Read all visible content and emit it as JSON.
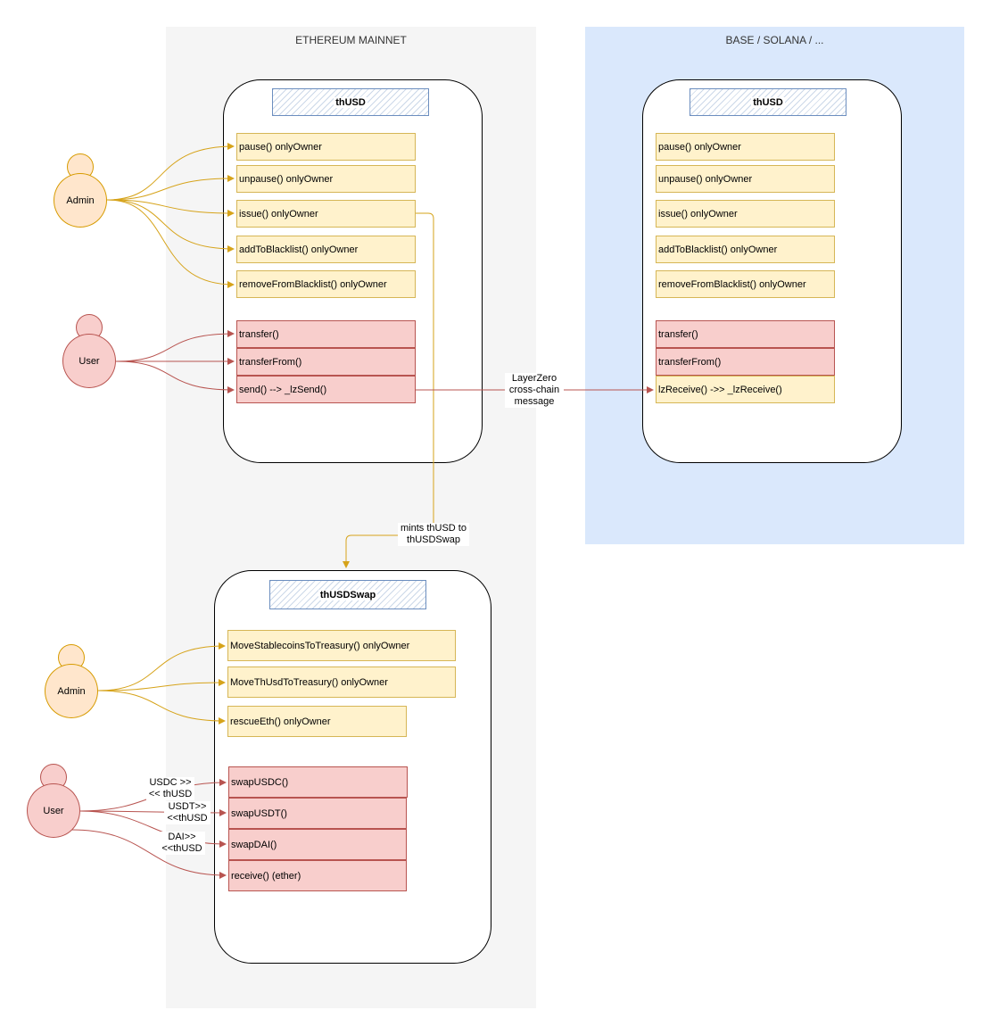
{
  "zones": {
    "ethereum": "ETHEREUM MAINNET",
    "other_chains": "BASE / SOLANA / ..."
  },
  "eth_thusd": {
    "title": "thUSD",
    "admin_functions": [
      "pause() onlyOwner",
      "unpause() onlyOwner",
      "issue() onlyOwner",
      "addToBlacklist() onlyOwner",
      "removeFromBlacklist() onlyOwner"
    ],
    "user_functions": [
      "transfer()",
      "transferFrom()",
      "send()  -->   _lzSend()"
    ]
  },
  "base_thusd": {
    "title": "thUSD",
    "admin_functions": [
      "pause() onlyOwner",
      "unpause() onlyOwner",
      "issue() onlyOwner",
      "addToBlacklist() onlyOwner",
      "removeFromBlacklist() onlyOwner"
    ],
    "user_functions": [
      "transfer()",
      "transferFrom()",
      "lzReceive() ->>  _lzReceive()"
    ]
  },
  "thusdswap": {
    "title": "thUSDSwap",
    "admin_functions": [
      "MoveStablecoinsToTreasury() onlyOwner",
      "MoveThUsdToTreasury() onlyOwner",
      "rescueEth() onlyOwner"
    ],
    "user_functions": [
      "swapUSDC()",
      "swapUSDT()",
      "swapDAI()",
      "receive()    (ether)"
    ]
  },
  "actors": {
    "admin_top": "Admin",
    "user_top": "User",
    "admin_bottom": "Admin",
    "user_bottom": "User"
  },
  "edge_labels": {
    "layerzero": [
      "LayerZero",
      "cross-chain",
      "message"
    ],
    "mints": [
      "mints thUSD to",
      "thUSDSwap"
    ],
    "usdc": [
      "USDC >>",
      "<< thUSD"
    ],
    "usdt": [
      "USDT>>",
      "<<thUSD"
    ],
    "dai": [
      "DAI>>",
      "<<thUSD"
    ]
  },
  "colors": {
    "admin_edge": "#d6a31a",
    "user_edge": "#b85450",
    "admin_fill": "#fff2cc",
    "user_fill": "#f8cecc",
    "eth_zone": "#f5f5f5",
    "base_zone": "#dae8fc"
  }
}
